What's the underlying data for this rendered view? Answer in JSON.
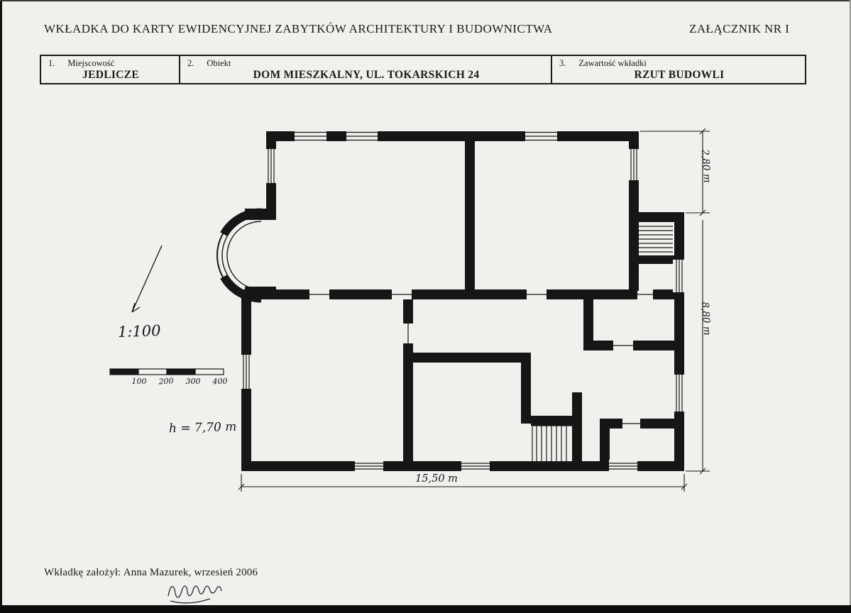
{
  "document": {
    "title": "WKŁADKA DO KARTY EWIDENCYJNEJ ZABYTKÓW ARCHITEKTURY I BUDOWNICTWA",
    "annex_label": "ZAŁĄCZNIK NR I"
  },
  "header_table": {
    "cells": [
      {
        "number": "1.",
        "field": "Miejscowość",
        "value": "JEDLICZE"
      },
      {
        "number": "2.",
        "field": "Obiekt",
        "value": "DOM MIESZKALNY, UL. TOKARSKICH 24"
      },
      {
        "number": "3.",
        "field": "Zawartość wkładki",
        "value": "RZUT BUDOWLI"
      }
    ]
  },
  "plan": {
    "scale_label": "1:100",
    "scale_ticks": [
      "100",
      "200",
      "300",
      "400"
    ],
    "height_note": "h = 7,70 m",
    "dimensions": {
      "bottom": "15,50 m",
      "right": "8,80 m",
      "top_right": "2,80 m"
    }
  },
  "footer": {
    "author_line": "Wkładkę założył: Anna Mazurek, wrzesień 2006"
  }
}
